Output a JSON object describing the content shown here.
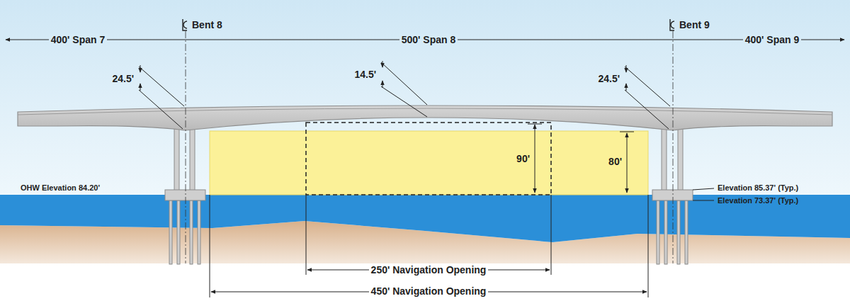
{
  "diagram": {
    "labels": [
      "400' Span 7",
      "Bent 8",
      "500' Span 8",
      "Bent 9",
      "400' Span 9",
      "24.5'",
      "14.5'",
      "24.5'",
      "90'",
      "80'",
      "OHW Elevation 84.20'",
      "Elevation 85.37' (Typ.)",
      "Elevation 73.37' (Typ.)",
      "250' Navigation Opening",
      "450' Navigation Opening"
    ]
  }
}
